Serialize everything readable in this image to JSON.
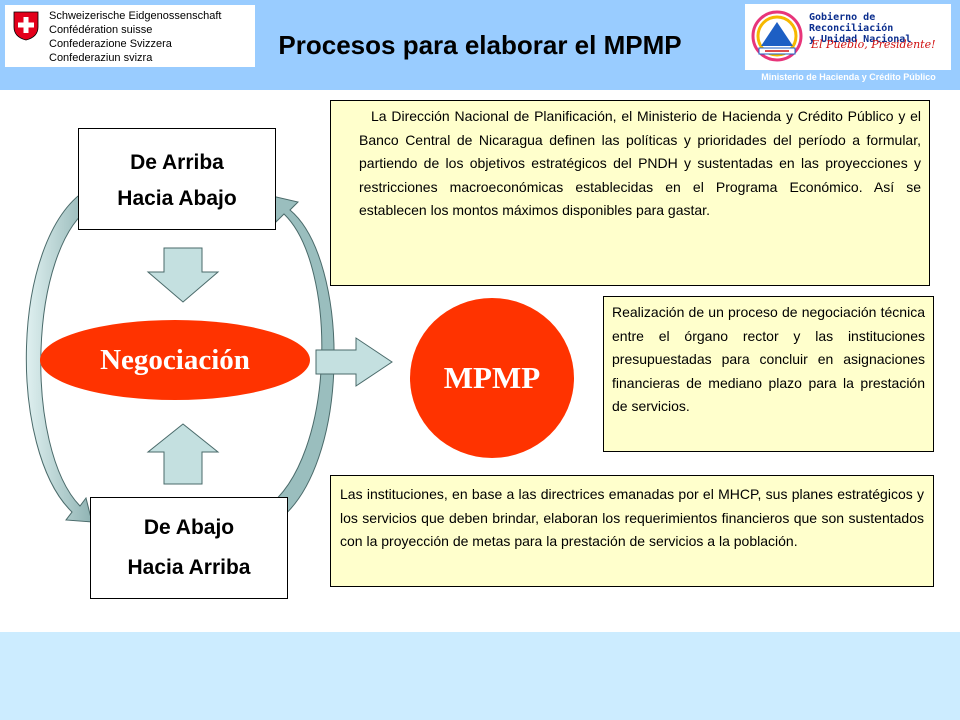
{
  "header": {
    "title": "Procesos para elaborar el MPMP",
    "swiss_lines": [
      "Schweizerische Eidgenossenschaft",
      "Confédération suisse",
      "Confederazione Svizzera",
      "Confederaziun svizra"
    ],
    "gobierno_lines": [
      "Gobierno de Reconciliación",
      "y Unidad Nacional"
    ],
    "gobierno_slogan": "El Pueblo, Presidente!",
    "ministry": "Ministerio de Hacienda y Crédito Público"
  },
  "diagram": {
    "top_box": [
      "De Arriba",
      "Hacia Abajo"
    ],
    "bottom_box": [
      "De Abajo",
      "Hacia Arriba"
    ],
    "negociacion": "Negociación",
    "mpmp": "MPMP",
    "text_top": "La Dirección Nacional de Planificación, el Ministerio de Hacienda y Crédito Público y el Banco Central de Nicaragua definen las políticas y prioridades del período a formular, partiendo de los objetivos estratégicos del PNDH y sustentadas en las proyecciones y restricciones macroeconómicas establecidas en el Programa Económico. Así se establecen los montos máximos disponibles para gastar.",
    "text_middle": "Realización de un proceso de negociación técnica entre el órgano rector y las instituciones presupuestadas para concluir en asignaciones financieras de mediano plazo para la prestación de servicios.",
    "text_bottom": "Las instituciones, en base a las directrices emanadas por el MHCP, sus planes estratégicos y los servicios que deben brindar, elaboran los requerimientos financieros que son sustentados con la proyección de metas para la prestación de servicios a la población."
  },
  "colors": {
    "header": "#99ccff",
    "footer": "#ccecff",
    "ellipse": "#ff3300",
    "infobox": "#ffffcc",
    "arrow_fill": "#c4e0e0"
  }
}
